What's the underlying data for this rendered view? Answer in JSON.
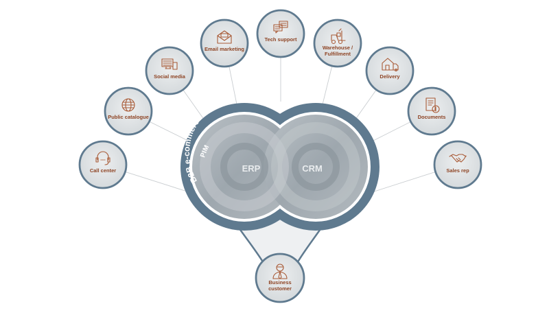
{
  "diagram": {
    "store_label": "B2B e-commerce store",
    "pim_label": "PIM",
    "erp_label": "ERP",
    "crm_label": "CRM",
    "channels": [
      {
        "id": "call-center",
        "lines": [
          "Call center"
        ],
        "icon": "headset-icon"
      },
      {
        "id": "public-catalogue",
        "lines": [
          "Public catalogue"
        ],
        "icon": "globe-icon"
      },
      {
        "id": "social-media",
        "lines": [
          "Social media"
        ],
        "icon": "devices-icon"
      },
      {
        "id": "email-marketing",
        "lines": [
          "Email marketing"
        ],
        "icon": "envelope-icon"
      },
      {
        "id": "tech-support",
        "lines": [
          "Tech support"
        ],
        "icon": "chat-bubbles-icon"
      },
      {
        "id": "warehouse",
        "lines": [
          "Warehouse /",
          "Fulfillment"
        ],
        "icon": "forklift-icon"
      },
      {
        "id": "delivery",
        "lines": [
          "Delivery"
        ],
        "icon": "house-truck-icon"
      },
      {
        "id": "documents",
        "lines": [
          "Documents"
        ],
        "icon": "invoice-icon"
      },
      {
        "id": "sales-rep",
        "lines": [
          "Sales rep"
        ],
        "icon": "handshake-icon"
      }
    ],
    "customer": {
      "lines": [
        "Business",
        "customer"
      ],
      "icon": "businessman-icon"
    },
    "colors": {
      "ring": "#5f7a8f",
      "label": "#8e4424",
      "icon": "#a85a36"
    }
  }
}
